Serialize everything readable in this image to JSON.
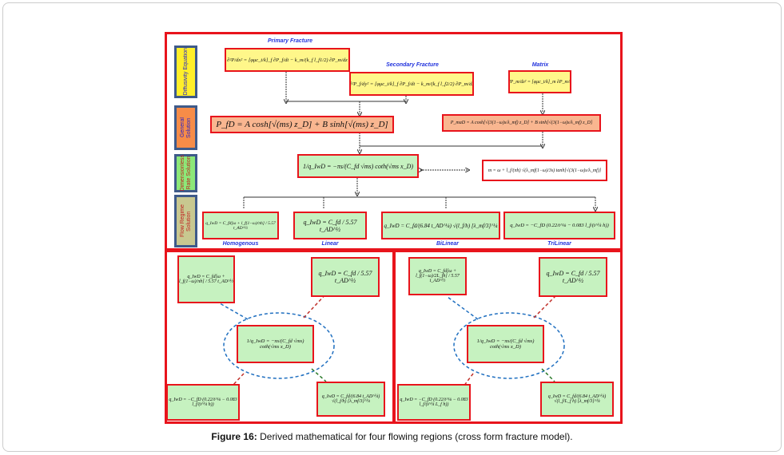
{
  "rows": [
    "Diffusivity Equation",
    "General Solution",
    "Dimensionless Rate Solution",
    "Flow Regime Solution"
  ],
  "labels": {
    "primary": "Primary Fracture",
    "secondary": "Secondary Fracture",
    "matrix": "Matrix",
    "homogenous": "Homogenous",
    "linear": "Linear",
    "bilinear": "BiLinear",
    "trilinear": "TriLinear"
  },
  "equations": {
    "primary": "∂²P/dx² = [φμc_t/k]_f ∂P_f/dt − k_m/(k_f l_f1/2) ∂P_m/dz",
    "secondary": "∂²P_f/dy² = [φμc_t/k]_f ∂P_f/dt − k_m/(k_f l_f2/2) ∂P_m/dz",
    "matrix": "∂²P_m/dz² = [φμc_t/k]_m ∂P_m/dt",
    "general": "P_fD = A cosh[√(ms) z_D] + B sinh[√(ms) z_D]",
    "general2": "P_maD = A cosh[√(3(1−ω)s/λ_mf) z_D] + B sinh[√(3(1−ω)s/λ_mf) z_D]",
    "dimensionless": "1/q_IwD = −πs/(C_fd √ms) coth(√ms x_D)",
    "m": "m = ω + l_f/(πh) √(λ_mf(1−ω)/3s) tanh[√(3(1−ω)s/λ_mf)]",
    "homogenous": "q_IwD = C_fd[ω + l_f(1−ω)/πh] / 5.57 t_AD^½",
    "linear": "q_IwD = C_fd / 5.57 t_AD^½",
    "bilinear": "q_IwD = C_fd/(6.84 t_AD^¼) √(l_f/h) [λ_mf/3]^¼",
    "trilinear": "q_IwD = −C_fD (0.22/t^⅛ − 0.083 l_f/(t^¼ h))",
    "left_center": "1/q_IwD = −πs/(C_fd √ms) coth(√ms x_D)",
    "left_tl": "q_IwD = C_fd[ω + l_f(1−ω)/πh] / 5.57 t_AD^½",
    "left_tr": "q_IwD = C_fd / 5.57 t_AD^½",
    "left_bl": "q_IwD = −C_fD (0.22/t^⅛ − 0.083 l_f/(t^¼ h))",
    "left_br": "q_IwD = C_fd/(6.84 t_AD^¼) √(l_f/h) [λ_mf/3]^¼",
    "right_center": "1/q_IwD = −πs/(C_fd √ms) coth(√ms x_D)",
    "right_tl": "q_IwD = C_fd[ω + l_f(1−ω)/2L_fh] / 5.57 t_AD^½",
    "right_tr": "q_IwD = C_fd / 5.57 t_AD^½",
    "right_bl": "q_IwD = −C_fD (0.22/t^⅛ − 0.083 l_f/(t^¼ L_f h))",
    "right_br": "q_IwD = C_fd/(6.84 t_AD^¼) √(l_f/L_f h) [λ_mf/3]^¼"
  },
  "caption": {
    "label": "Figure 16:",
    "text": " Derived mathematical for four flowing regions (cross form fracture model)."
  }
}
